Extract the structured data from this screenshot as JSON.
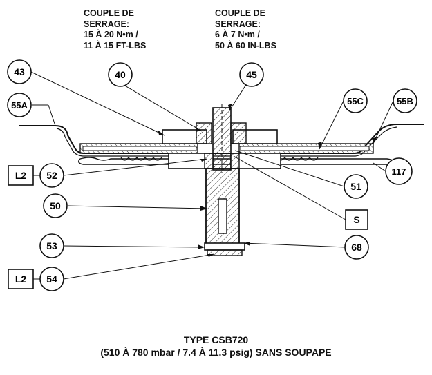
{
  "torque_left": {
    "line1": "COUPLE DE",
    "line2": "SERRAGE:",
    "line3": "15 À 20 N•m /",
    "line4": "11 À 15 FT-LBS"
  },
  "torque_right": {
    "line1": "COUPLE DE",
    "line2": "SERRAGE:",
    "line3": "6 À 7 N•m /",
    "line4": "50 À 60 IN-LBS"
  },
  "callouts": {
    "c43": "43",
    "c40": "40",
    "c45": "45",
    "c55A": "55A",
    "c55C": "55C",
    "c55B": "55B",
    "c52": "52",
    "c117": "117",
    "c51": "51",
    "c50": "50",
    "cS": "S",
    "c53": "53",
    "c68": "68",
    "c54": "54",
    "L2a": "L2",
    "L2b": "L2"
  },
  "caption": {
    "title": "TYPE CSB720",
    "subtitle": "(510 À 780 mbar / 7.4 À 11.3 psig) SANS SOUPAPE"
  }
}
